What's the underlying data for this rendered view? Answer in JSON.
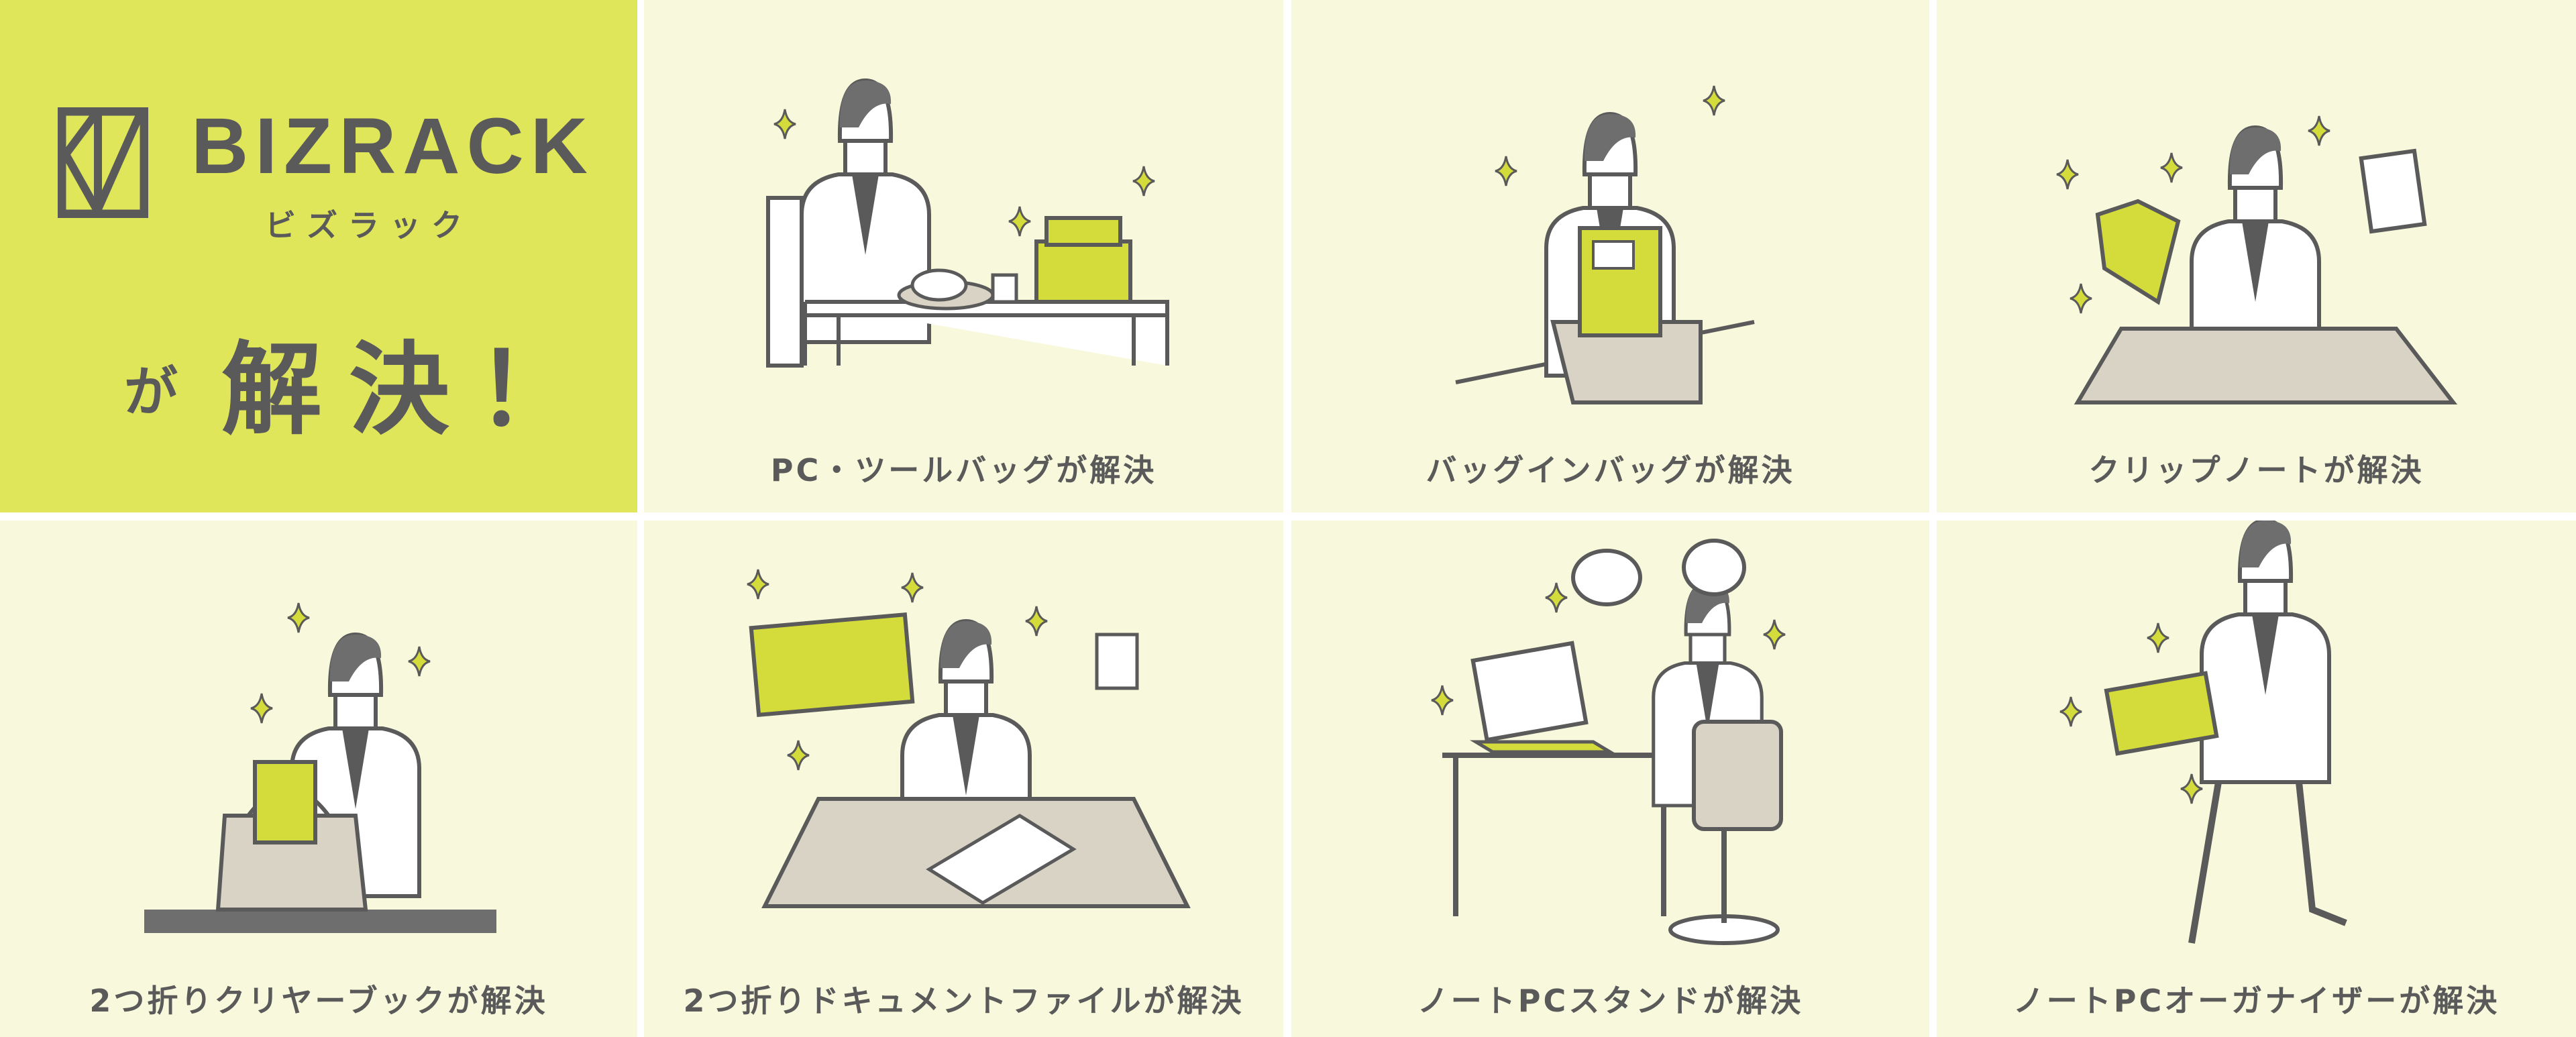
{
  "brand": {
    "logo_text": "BIZRACK",
    "logo_kana": "ビズラック",
    "tagline_particle": "が",
    "tagline_main": "解決！",
    "accent_color": "#e0e65a",
    "panel_color": "#f8f9dc",
    "text_color": "#5a5a5a"
  },
  "panels": [
    {
      "caption": "PC・ツールバッグが解決",
      "icon": "man-with-tool-bag-at-desk"
    },
    {
      "caption": "バッグインバッグが解決",
      "icon": "man-with-bag-in-bag"
    },
    {
      "caption": "クリップノートが解決",
      "icon": "man-with-clip-notes"
    },
    {
      "caption": "2つ折りクリヤーブックが解決",
      "icon": "man-with-clear-book"
    },
    {
      "caption": "2つ折りドキュメントファイルが解決",
      "icon": "man-with-document-file"
    },
    {
      "caption": "ノートPCスタンドが解決",
      "icon": "man-at-laptop-stand"
    },
    {
      "caption": "ノートPCオーガナイザーが解決",
      "icon": "man-walking-with-organizer"
    }
  ]
}
